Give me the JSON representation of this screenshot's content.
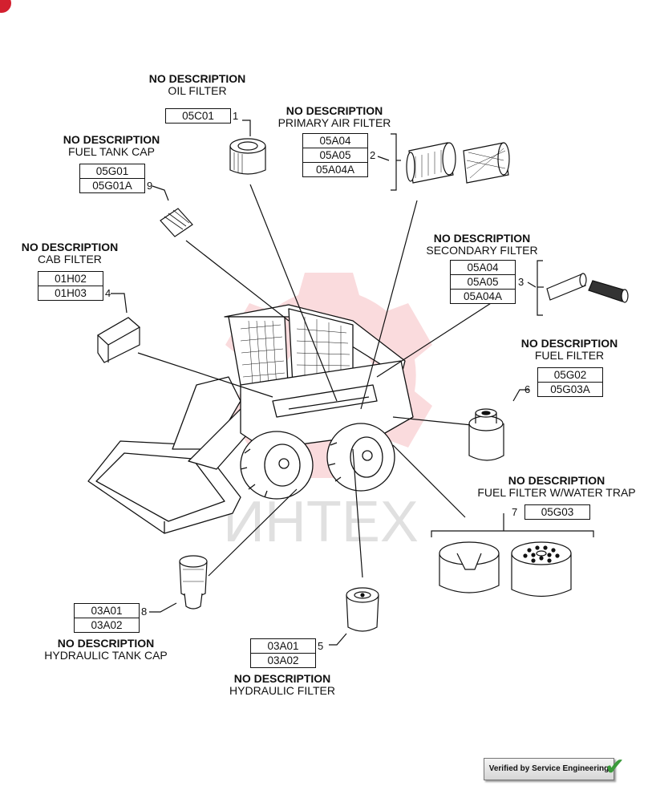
{
  "callouts": [
    {
      "title": "NO DESCRIPTION",
      "subtitle": "OIL FILTER",
      "codes": [
        "05C01"
      ],
      "number": "1"
    },
    {
      "title": "NO DESCRIPTION",
      "subtitle": "PRIMARY AIR FILTER",
      "codes": [
        "05A04",
        "05A05",
        "05A04A"
      ],
      "number": "2"
    },
    {
      "title": "NO DESCRIPTION",
      "subtitle": "SECONDARY FILTER",
      "codes": [
        "05A04",
        "05A05",
        "05A04A"
      ],
      "number": "3"
    },
    {
      "title": "NO DESCRIPTION",
      "subtitle": "CAB FILTER",
      "codes": [
        "01H02",
        "01H03"
      ],
      "number": "4"
    },
    {
      "title": "NO DESCRIPTION",
      "subtitle": "HYDRAULIC FILTER",
      "codes": [
        "03A01",
        "03A02"
      ],
      "number": "5"
    },
    {
      "title": "NO DESCRIPTION",
      "subtitle": "FUEL FILTER",
      "codes": [
        "05G02",
        "05G03A"
      ],
      "number": "6"
    },
    {
      "title": "NO DESCRIPTION",
      "subtitle": "FUEL FILTER W/WATER TRAP",
      "codes": [
        "05G03"
      ],
      "number": "7"
    },
    {
      "title": "NO DESCRIPTION",
      "subtitle": "HYDRAULIC TANK CAP",
      "codes": [
        "03A01",
        "03A02"
      ],
      "number": "8"
    },
    {
      "title": "NO DESCRIPTION",
      "subtitle": "FUEL TANK CAP",
      "codes": [
        "05G01",
        "05G01A"
      ],
      "number": "9"
    }
  ],
  "watermark": "ИНТЕХ",
  "verified_label": "Verified by Service Engineering"
}
